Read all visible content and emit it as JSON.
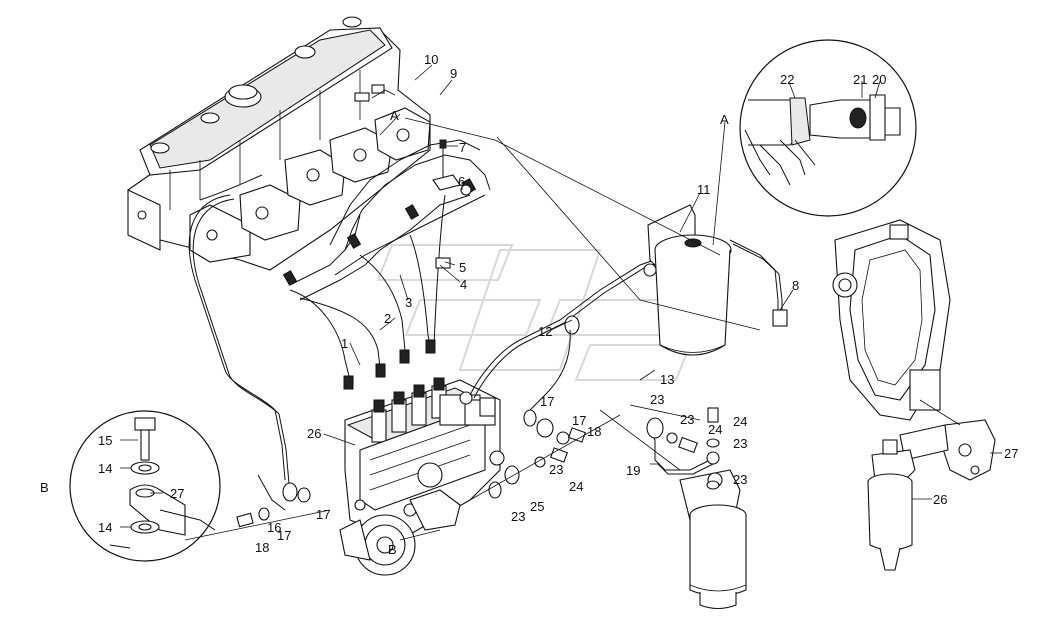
{
  "figure": {
    "labels": {
      "l1": "1",
      "l2": "2",
      "l3": "3",
      "l4": "4",
      "l5": "5",
      "l6": "6",
      "l7": "7",
      "l8": "8",
      "l9": "9",
      "l10": "10",
      "l11": "11",
      "l12": "12",
      "l13": "13",
      "l14a": "14",
      "l14b": "14",
      "l15": "15",
      "l16": "16",
      "l17a": "17",
      "l17b": "17",
      "l17c": "17",
      "l17d": "17",
      "l18a": "18",
      "l18b": "18",
      "l19": "19",
      "l20": "20",
      "l21": "21",
      "l22": "22",
      "l23a": "23",
      "l23b": "23",
      "l23c": "23",
      "l23d": "23",
      "l23e": "23",
      "l23f": "23",
      "l24a": "24",
      "l24b": "24",
      "l24c": "24",
      "l25": "25",
      "l26a": "26",
      "l26b": "26",
      "l27a": "27",
      "l27b": "27",
      "detA1": "A",
      "detA2": "A",
      "detB1": "B",
      "detB2": "B"
    }
  }
}
